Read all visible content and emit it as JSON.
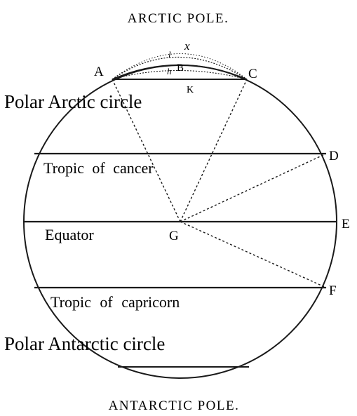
{
  "caption_top": "ARCTIC POLE.",
  "caption_bottom": "ANTARCTIC POLE.",
  "circles": {
    "polar_arctic": "Polar Arctic circle",
    "tropic_cancer": "Tropic of cancer",
    "equator": "Equator",
    "tropic_capricorn": "Tropic of capricorn",
    "polar_antarctic": "Polar Antarctic circle"
  },
  "points": {
    "a": "A",
    "b": "B",
    "c": "C",
    "d": "D",
    "e": "E",
    "f": "F",
    "g": "G",
    "k": "K",
    "h": "h",
    "l": "l",
    "x": "x"
  }
}
